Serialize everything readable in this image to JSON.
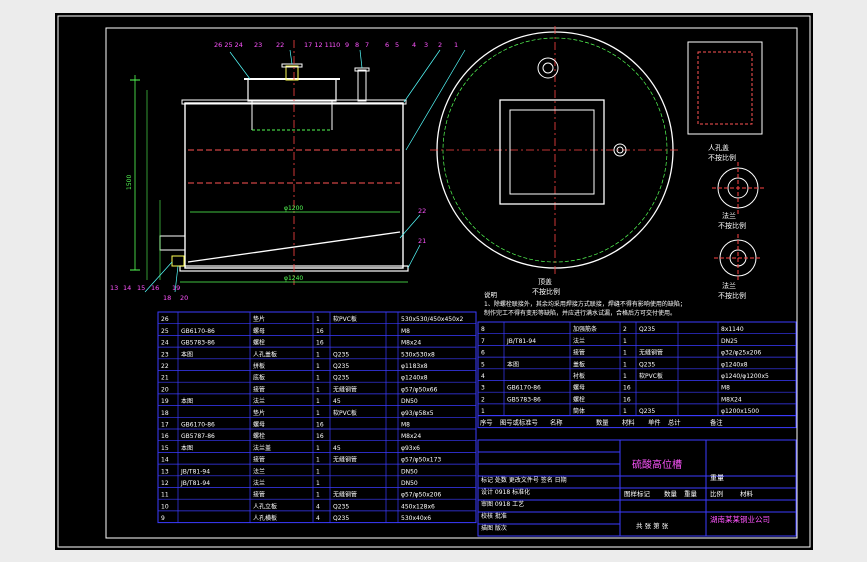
{
  "colors": {
    "background": "#000000",
    "frame": "#ffffff",
    "outline": "#ffffff",
    "center_line": "#ff4444",
    "dimension": "#55ff55",
    "table_grid": "#3b3bff",
    "leader": "#55ffff"
  },
  "balloons_top": [
    "26 25 24",
    "23",
    "22",
    "17 12 11",
    "10",
    "9",
    "8",
    "7",
    "6",
    "5",
    "4",
    "3",
    "2",
    "1"
  ],
  "balloons_bottom": [
    "13",
    "14",
    "15",
    "16",
    "18",
    "19",
    "20"
  ],
  "balloon_right": [
    "22",
    "21"
  ],
  "dims": {
    "diam_inner": "φ1200",
    "diam_outer": "φ1240",
    "side_h": "1500"
  },
  "view_labels": {
    "cover": "顶盖\n不按比例",
    "manhole": "人孔盖\n不按比例",
    "flange1": "法兰\n不按比例",
    "flange2": "法兰\n不按比例"
  },
  "notes": {
    "title": "说明",
    "line1": "1、除螺栓联接外，其余均采用焊接方式联接，焊缝不得有影响使用的缺陷；",
    "line2": "   制作完工不得有变形等缺陷，并应进行满水试漏，合格后方可交付使用。"
  },
  "parts_left": [
    [
      "26",
      "",
      "垫片",
      "1",
      "软PVC板",
      "",
      "530x530/450x450x2"
    ],
    [
      "25",
      "GB6170-86",
      "螺母",
      "16",
      "",
      "",
      "M8"
    ],
    [
      "24",
      "GB5783-86",
      "螺栓",
      "16",
      "",
      "",
      "M8x24"
    ],
    [
      "23",
      "本图",
      "人孔盖板",
      "1",
      "Q235",
      "",
      "530x530x8"
    ],
    [
      "22",
      "",
      "拼板",
      "1",
      "Q235",
      "",
      "φ1183x8"
    ],
    [
      "21",
      "",
      "底板",
      "1",
      "Q235",
      "",
      "φ1240x8"
    ],
    [
      "20",
      "",
      "接管",
      "1",
      "无缝钢管",
      "",
      "φ57/φ50x66"
    ],
    [
      "19",
      "本图",
      "法兰",
      "1",
      "45",
      "",
      "DN50"
    ],
    [
      "18",
      "",
      "垫片",
      "1",
      "软PVC板",
      "",
      "φ93/φ58x5"
    ],
    [
      "17",
      "GB6170-86",
      "螺母",
      "16",
      "",
      "",
      "M8"
    ],
    [
      "16",
      "GB5787-86",
      "螺栓",
      "16",
      "",
      "",
      "M8x24"
    ],
    [
      "15",
      "本图",
      "法兰盖",
      "1",
      "45",
      "",
      "φ93x6"
    ],
    [
      "14",
      "",
      "接管",
      "1",
      "无缝钢管",
      "",
      "φ57/φ50x173"
    ],
    [
      "13",
      "JB/T81-94",
      "法兰",
      "1",
      "",
      "",
      "DN50"
    ],
    [
      "12",
      "JB/T81-94",
      "法兰",
      "1",
      "",
      "",
      "DN50"
    ],
    [
      "11",
      "",
      "接管",
      "1",
      "无缝钢管",
      "",
      "φ57/φ50x206"
    ],
    [
      "10",
      "",
      "人孔立板",
      "4",
      "Q235",
      "",
      "450x128x6"
    ],
    [
      "9",
      "",
      "人孔横板",
      "4",
      "Q235",
      "",
      "530x40x6"
    ]
  ],
  "parts_right": [
    [
      "8",
      "",
      "加强筋条",
      "2",
      "Q235",
      "",
      "8x1140"
    ],
    [
      "7",
      "JB/T81-94",
      "法兰",
      "1",
      "",
      "",
      "DN25"
    ],
    [
      "6",
      "",
      "接管",
      "1",
      "无缝钢管",
      "",
      "φ32/φ25x206"
    ],
    [
      "5",
      "本图",
      "盖板",
      "1",
      "Q235",
      "",
      "φ1240x8"
    ],
    [
      "4",
      "",
      "衬板",
      "1",
      "软PVC板",
      "",
      "φ1240/φ1200x5"
    ],
    [
      "3",
      "GB6170-86",
      "螺母",
      "16",
      "",
      "",
      "M8"
    ],
    [
      "2",
      "GB5783-86",
      "螺栓",
      "16",
      "",
      "",
      "M8X24"
    ],
    [
      "1",
      "",
      "筒体",
      "1",
      "Q235",
      "",
      "φ1200x1500"
    ]
  ],
  "header_right": [
    "序号",
    "图号或标准号",
    "名称",
    "数量",
    "材料",
    "单件",
    "总计",
    "备注"
  ],
  "header_weight": "重量",
  "title_block": {
    "drawing_name": "硫酸高位槽",
    "company": "湖南某某钢业公司",
    "rows": [
      "标记 处数 更改文件号 签名 日期",
      "设计      0918 标准化",
      "审图      0918 工艺",
      "校核      批准",
      "描图      版次"
    ],
    "stage": "图样标记",
    "qty": "数量",
    "weight": "重量",
    "scale": "比例",
    "material": "材料",
    "sheet": "共    张  第    张"
  }
}
